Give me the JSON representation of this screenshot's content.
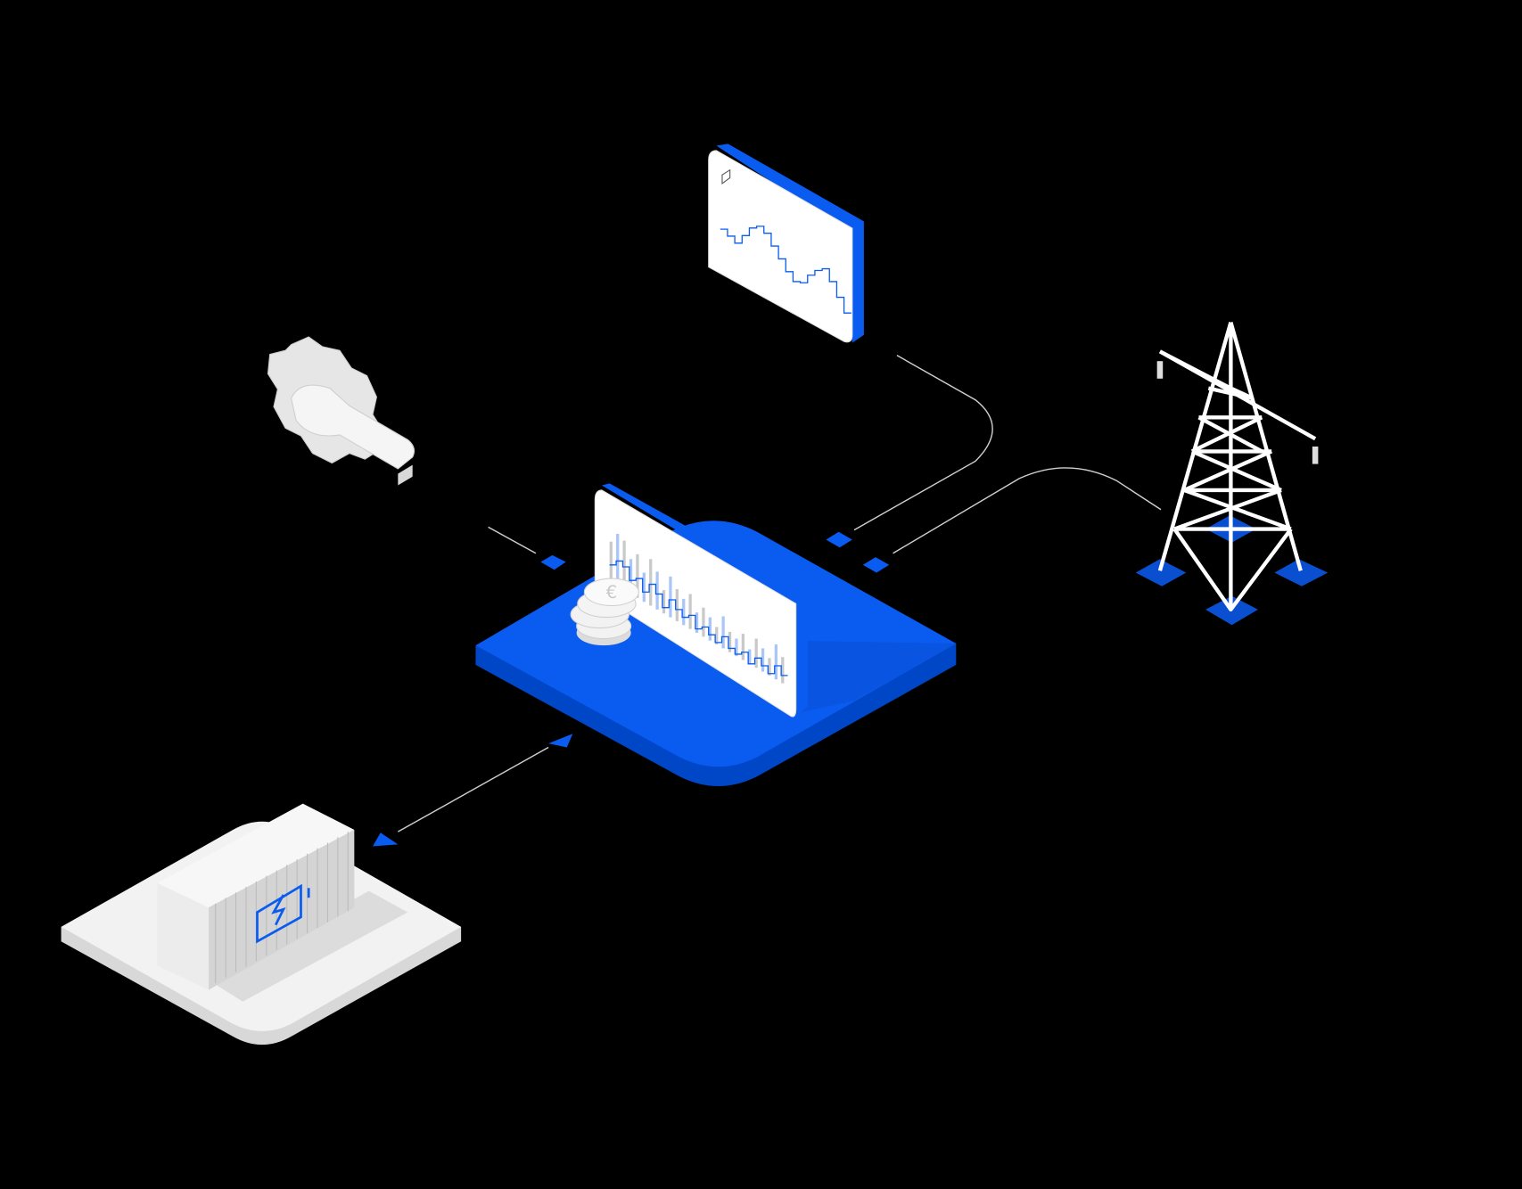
{
  "colors": {
    "background": "#000000",
    "accent": "#0a5cf0",
    "accent_dark": "#0047c8",
    "light": "#f2f2f2",
    "gray": "#cfcfcf",
    "line": "#d0d0d0"
  },
  "icons": {
    "coin_symbol": "€",
    "battery": "battery-bolt-icon",
    "tool": "gear-wrench-icon",
    "grid": "transmission-tower-icon"
  },
  "price_chart": {
    "bars": [
      0.7,
      0.9,
      0.85,
      0.6,
      0.75,
      0.5,
      0.8,
      0.65,
      0.4,
      0.7,
      0.55,
      0.45,
      0.6,
      0.35,
      0.5,
      0.4,
      0.3,
      0.55,
      0.35,
      0.3,
      0.45,
      0.25,
      0.5,
      0.4,
      0.3,
      0.6,
      0.45
    ]
  },
  "forecast_chart": {
    "line": [
      0.4,
      0.35,
      0.3,
      0.5,
      0.7,
      0.8,
      0.75,
      0.6,
      0.45,
      0.3,
      0.2,
      0.25,
      0.45,
      0.6,
      0.7,
      0.55,
      0.35,
      0.15
    ]
  }
}
